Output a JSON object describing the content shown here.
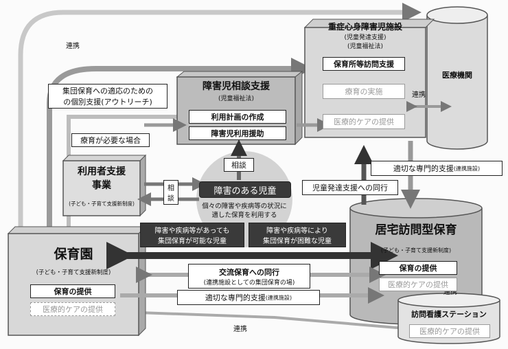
{
  "medical_institution": {
    "title": "医療機関"
  },
  "severe_facility": {
    "title": "重症心身障害児施設",
    "sub1": "(児童発達支援)",
    "sub2": "(児童福祉法)",
    "items": [
      "保育所等訪問支援",
      "療育の実施",
      "医療的ケアの提供"
    ]
  },
  "consult_center": {
    "title": "障害児相談支援",
    "sub": "(児童福祉法)",
    "items": [
      "利用計画の作成",
      "障害児利用援助"
    ]
  },
  "user_support": {
    "title1": "利用者支援",
    "title2": "事業",
    "sub": "(子ども・子育て支援新制度)"
  },
  "child": {
    "title": "障害のある児童",
    "desc1": "個々の障害や疾病等の状況に",
    "desc2": "適した保育を利用する",
    "can": [
      "障害や疾病等があっても",
      "集団保育が可能な児童"
    ],
    "cannot": [
      "障害や疾病等により",
      "集団保育が困難な児童"
    ]
  },
  "nursery": {
    "title": "保育園",
    "sub": "(子ども・子育て支援新制度)",
    "items": [
      "保育の提供",
      "医療的ケアの提供"
    ]
  },
  "home_care": {
    "title": "居宅訪問型保育",
    "sub": "(子ども・子育て支援新制度)",
    "items": [
      "保育の提供",
      "医療的ケアの提供"
    ]
  },
  "nursing_station": {
    "title": "訪問看護ステーション",
    "items": [
      "医療的ケアの提供"
    ]
  },
  "labels": {
    "renkei_top": "連携",
    "renkei_mid": "連携",
    "renkei_right": "連携",
    "renkei_bottom": "連携",
    "outreach1": "集団保育への適応のための",
    "outreach2": "の個別支援(アウトリーチ)",
    "when_needed": "療育が必要な場合",
    "soudan_v": "相談",
    "soudan_h1": "相",
    "soudan_h2": "談",
    "expert_top": "適切な専門的支援",
    "expert_top_sub": "(連携施設)",
    "accompany_dev": "児童発達支援への同行",
    "exchange1": "交流保育への同行",
    "exchange2": "(連携施設としての集団保育の場)",
    "expert_bottom": "適切な専門的支援",
    "expert_bottom_sub": "(連携施設)"
  }
}
